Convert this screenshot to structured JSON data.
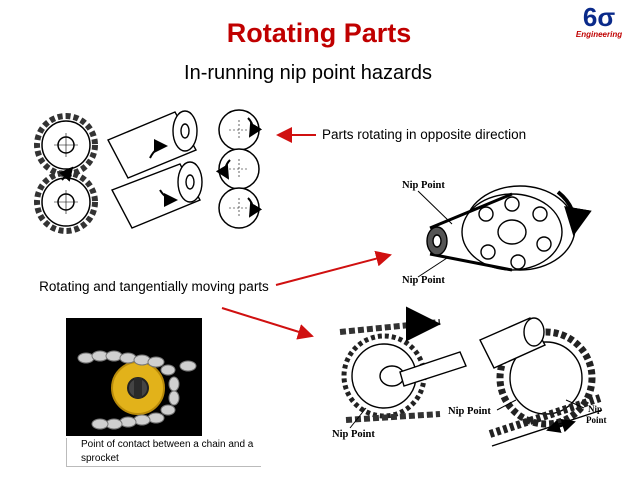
{
  "slide": {
    "title": "Rotating Parts",
    "subtitle": "In-running nip point hazards"
  },
  "logo": {
    "mark": "6σ",
    "tagline": "Engineering",
    "brand_color": "#0a2a8a",
    "accent_color": "#c00000"
  },
  "labels": {
    "opposite_direction": "Parts rotating in opposite direction",
    "tangential": "Rotating and tangentially moving parts",
    "caption": "Point of contact between a chain and a sprocket"
  },
  "illustrations": {
    "nip_point_top": "Nip Point",
    "nip_point_bottom": "Nip Point",
    "nip_point_chain": "Nip Point",
    "nip_point_gear_left": "Nip Point",
    "nip_point_gear_right_1": "Nip",
    "nip_point_gear_right_2": "Point"
  },
  "colors": {
    "title": "#c00000",
    "arrow": "#d01010"
  }
}
